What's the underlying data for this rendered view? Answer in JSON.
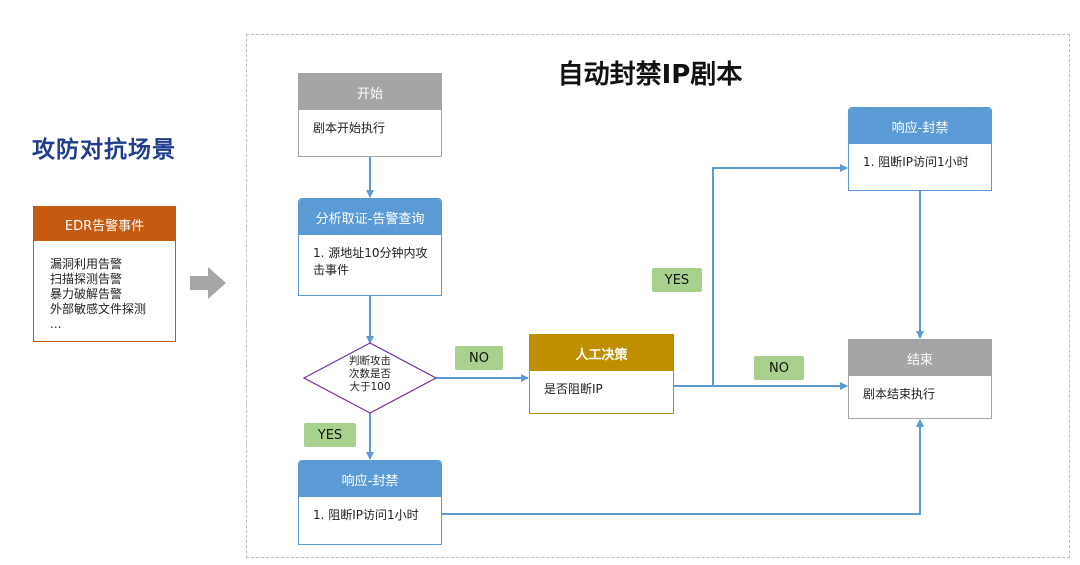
{
  "left_title": "攻防对抗场景",
  "edr": {
    "header": "EDR告警事件",
    "items": [
      "漏洞利用告警",
      "扫描探测告警",
      "暴力破解告警",
      "外部敏感文件探测",
      "..."
    ]
  },
  "title": "自动封禁IP剧本",
  "nodes": {
    "start": {
      "header": "开始",
      "body": "剧本开始执行"
    },
    "query": {
      "header": "分析取证-告警查询",
      "body": "1. 源地址10分钟内攻击事件"
    },
    "decision": {
      "lines": [
        "判断攻击",
        "次数是否",
        "大于100"
      ]
    },
    "manual": {
      "header": "人工决策",
      "body": "是否阻断IP"
    },
    "block_top": {
      "header": "响应-封禁",
      "body": "1. 阻断IP访问1小时"
    },
    "block_bottom": {
      "header": "响应-封禁",
      "body": "1. 阻断IP访问1小时"
    },
    "end": {
      "header": "结束",
      "body": "剧本结束执行"
    }
  },
  "labels": {
    "diamond_no": "NO",
    "diamond_yes": "YES",
    "manual_yes": "YES",
    "manual_no": "NO"
  },
  "colors": {
    "gray": "#a5a5a5",
    "blue": "#5b9bd5",
    "gold": "#bf8f00",
    "orange": "#c55a11",
    "tag_green": "#a9d18e",
    "title_blue": "#1f3e8c",
    "diamond_stroke": "#7030a0",
    "arrow_gray": "#a6a6a6"
  }
}
